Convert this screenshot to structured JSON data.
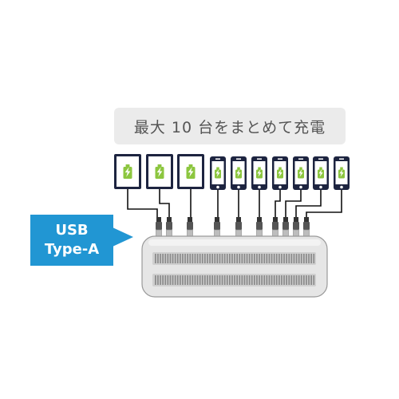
{
  "banner": {
    "text": "最大 10 台をまとめて充電"
  },
  "callout": {
    "line1": "USB",
    "line2": "Type-A"
  },
  "devices": {
    "tablet_count": 3,
    "phone_count": 7,
    "battery_icon": "battery-charging-icon"
  },
  "colors": {
    "accent_blue": "#2196d3",
    "battery_green": "#8cc63f",
    "device_navy": "#1d2440",
    "banner_bg": "#ebebeb",
    "hub_body": "#e6e6e6"
  }
}
